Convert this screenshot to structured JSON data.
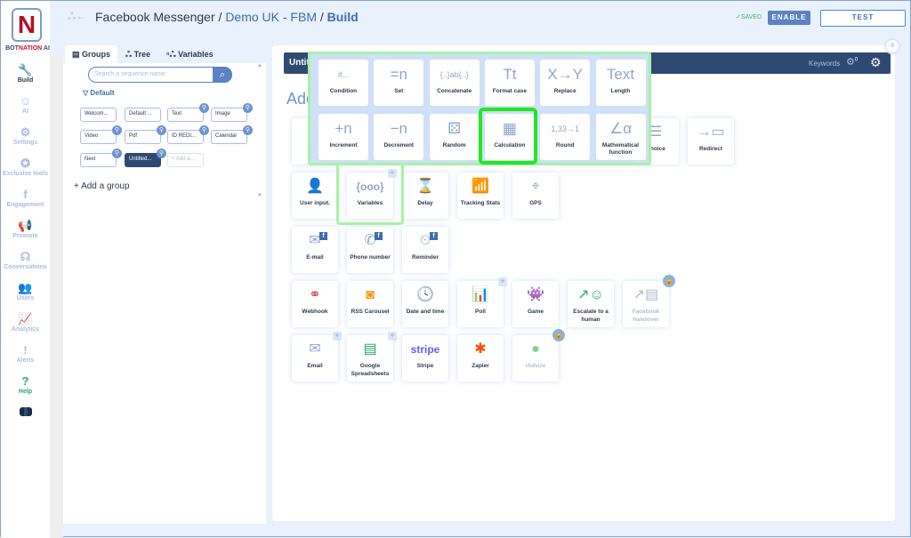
{
  "brand": {
    "logo_letter": "N",
    "name_a": "BOT",
    "name_b": "NATION",
    "name_c": " AI"
  },
  "sidebar": {
    "items": [
      {
        "label": "Build",
        "icon": "wrench-icon",
        "glyph": "🔧"
      },
      {
        "label": "AI",
        "icon": "robot-icon",
        "glyph": "☺"
      },
      {
        "label": "Settings",
        "icon": "gear-icon",
        "glyph": "⚙"
      },
      {
        "label": "Exclusive tools",
        "icon": "star-icon",
        "glyph": "✪"
      },
      {
        "label": "Engagement",
        "icon": "facebook-icon",
        "glyph": "f"
      },
      {
        "label": "Promote",
        "icon": "megaphone-icon",
        "glyph": "📢"
      },
      {
        "label": "Conversations",
        "icon": "headset-icon",
        "glyph": "☊"
      },
      {
        "label": "Users",
        "icon": "users-icon",
        "glyph": "👥"
      },
      {
        "label": "Analytics",
        "icon": "chart-icon",
        "glyph": "📈"
      },
      {
        "label": "Alerts",
        "icon": "alert-icon",
        "glyph": "!"
      },
      {
        "label": "Help",
        "icon": "question-icon",
        "glyph": "?"
      }
    ]
  },
  "header": {
    "crumb1": "Facebook Messenger",
    "crumb2": "Demo UK - FBM",
    "crumb3": "Build",
    "sep": " / ",
    "saved": "✓SAVED",
    "enable": "ENABLE",
    "test": "TEST"
  },
  "left": {
    "tabs": [
      "Groups",
      "Tree",
      "Variables"
    ],
    "search_placeholder": "Search a sequence name",
    "group": "Default",
    "chips": [
      "Welcom...",
      "Default ...",
      "Text",
      "Image",
      "Video",
      "Pdf",
      "ID REDI...",
      "Calendar",
      "Next",
      "Untitled...",
      "+ Add a..."
    ],
    "add_group": "+ Add a group"
  },
  "main": {
    "title": "Untit",
    "add_title": "Add",
    "keywords": "Keywords",
    "kw_count": "0",
    "counter": "0"
  },
  "overlay": {
    "tiles": [
      {
        "label": "Condition",
        "glyph": "if..."
      },
      {
        "label": "Set",
        "glyph": "=n"
      },
      {
        "label": "Concatenate",
        "glyph": "{..}ab{..}"
      },
      {
        "label": "Format case",
        "glyph": "Tt"
      },
      {
        "label": "Replace",
        "glyph": "X→Y"
      },
      {
        "label": "Length",
        "glyph": "Text"
      },
      {
        "label": "Increment",
        "glyph": "+n"
      },
      {
        "label": "Decrement",
        "glyph": "−n"
      },
      {
        "label": "Random",
        "glyph": "⚄"
      },
      {
        "label": "Calculation",
        "glyph": "▦"
      },
      {
        "label": "Round",
        "glyph": "1,33→1"
      },
      {
        "label": "Mathematical function",
        "glyph": "∠α"
      }
    ],
    "highlighted": "Calculation"
  },
  "blocks": {
    "row1": [
      {
        "label": "Choice",
        "glyph": "☰"
      },
      {
        "label": "Redirect",
        "glyph": "→▭"
      }
    ],
    "row2": [
      {
        "label": "User input.",
        "glyph": "👤"
      },
      {
        "label": "Variables",
        "glyph": "{ooo}"
      },
      {
        "label": "Delay",
        "glyph": "⌛"
      },
      {
        "label": "Tracking Stats",
        "glyph": "📶"
      },
      {
        "label": "GPS",
        "glyph": "⌖"
      }
    ],
    "row3": [
      {
        "label": "E-mail",
        "glyph": "✉"
      },
      {
        "label": "Phone number",
        "glyph": "✆"
      },
      {
        "label": "Reminder",
        "glyph": "⏲"
      }
    ],
    "row4": [
      {
        "label": "Webhook",
        "glyph": "⚭",
        "color": "#d83a4a"
      },
      {
        "label": "RSS Carousel",
        "glyph": "◙",
        "color": "#f29a1f"
      },
      {
        "label": "Date and time",
        "glyph": "🕓",
        "color": "#2e4a73"
      },
      {
        "label": "Poll",
        "glyph": "📊",
        "color": "#3a9ad9"
      },
      {
        "label": "Game",
        "glyph": "👾",
        "color": "#8a3fd6"
      },
      {
        "label": "Escalate to a human",
        "glyph": "↗☺",
        "color": "#2aa876"
      },
      {
        "label": "Facebook handover",
        "glyph": "↗▤",
        "color": "#b0bccc"
      }
    ],
    "row5": [
      {
        "label": "Email",
        "glyph": "✉",
        "color": "#8ea6cc"
      },
      {
        "label": "Google Spreadsheets",
        "glyph": "▤",
        "color": "#1fa463"
      },
      {
        "label": "Stripe",
        "glyph": "stripe",
        "color": "#635bff"
      },
      {
        "label": "Zapier",
        "glyph": "✱",
        "color": "#ff4a00"
      },
      {
        "label": "iAdvize",
        "glyph": "●",
        "color": "#7fd68c"
      }
    ]
  },
  "colors": {
    "accent": "#5b82c4",
    "navy": "#2e4a73",
    "highlight": "#22e822",
    "background": "#e8f1fc"
  }
}
